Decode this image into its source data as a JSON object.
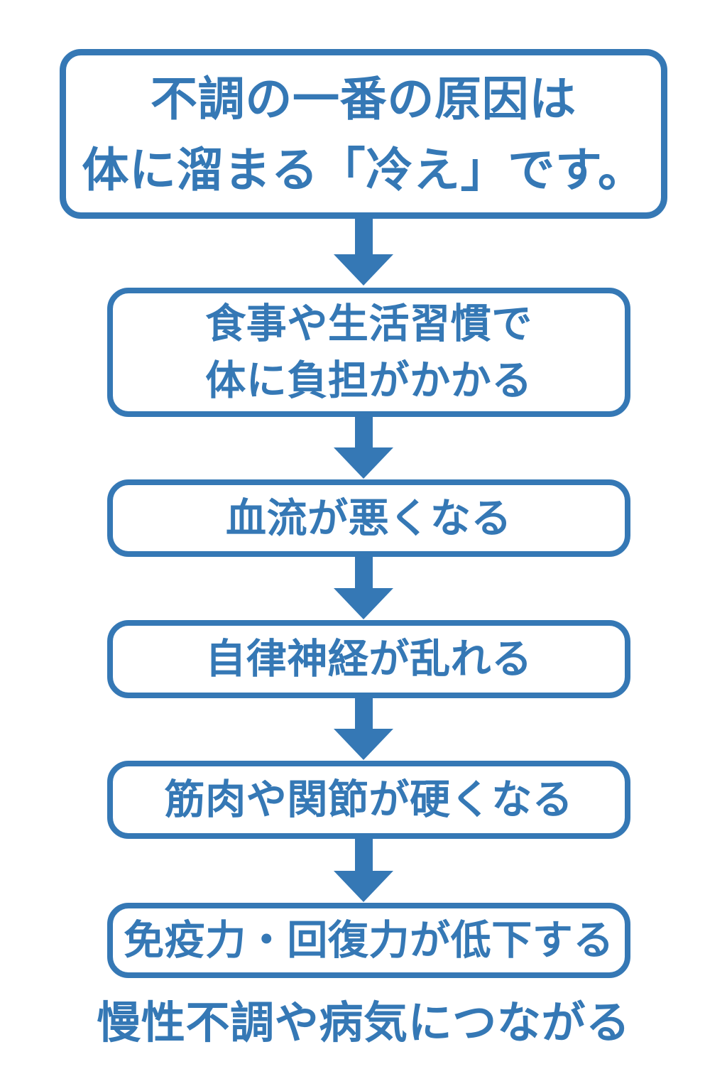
{
  "colors": {
    "accent": "#3578b5",
    "background": "#ffffff"
  },
  "flowchart": {
    "title_box": {
      "text": "不調の一番の原因は\n体に溜まる「冷え」です。"
    },
    "steps": [
      {
        "text": "食事や生活習慣で\n体に負担がかかる"
      },
      {
        "text": "血流が悪くなる"
      },
      {
        "text": "自律神経が乱れる"
      },
      {
        "text": "筋肉や関節が硬くなる"
      },
      {
        "text": "免疫力・回復力が低下する"
      }
    ],
    "footer_text": "慢性不調や病気につながる"
  }
}
